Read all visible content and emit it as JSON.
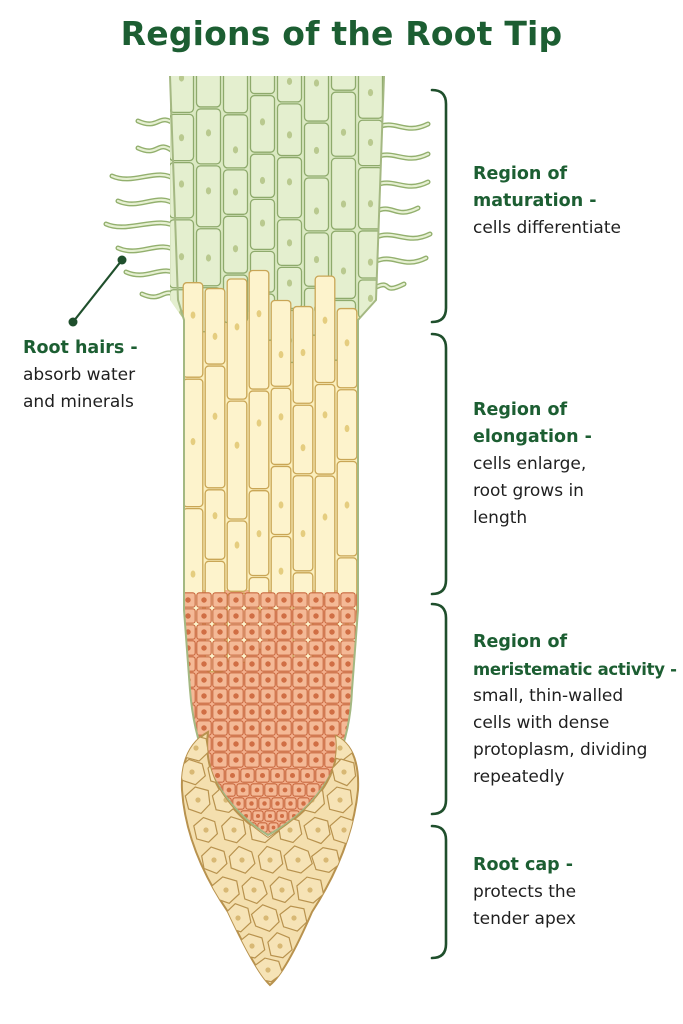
{
  "title": "Regions of the Root Tip",
  "labels": {
    "maturation": {
      "line1": "Region of",
      "line2": "maturation -",
      "desc1": "cells differentiate"
    },
    "elongation": {
      "line1": "Region of",
      "line2": "elongation -",
      "desc1": "cells enlarge,",
      "desc2": "root grows in",
      "desc3": "length"
    },
    "meristematic": {
      "line1": "Region of",
      "line2": "meristematic activity -",
      "desc1": "small, thin-walled",
      "desc2": "cells with dense",
      "desc3": "protoplasm, dividing",
      "desc4": "repeatedly"
    },
    "root_cap": {
      "line1": "Root cap -",
      "desc1": "protects the",
      "desc2": "tender apex"
    },
    "root_hairs": {
      "line1": "Root hairs -",
      "desc1": "absorb water",
      "desc2": "and minerals"
    }
  },
  "colors": {
    "title": "#1c5e32",
    "bracket": "#1f4f2c",
    "maturation_fill": "#dbe9c2",
    "maturation_stroke": "#8eaa6c",
    "elongation_fill": "#fbefbd",
    "elongation_stroke": "#c9a656",
    "meristem_fill": "#f2b08d",
    "meristem_stroke": "#c8683f",
    "cap_fill": "#f4dfae",
    "cap_stroke": "#b8924e"
  }
}
